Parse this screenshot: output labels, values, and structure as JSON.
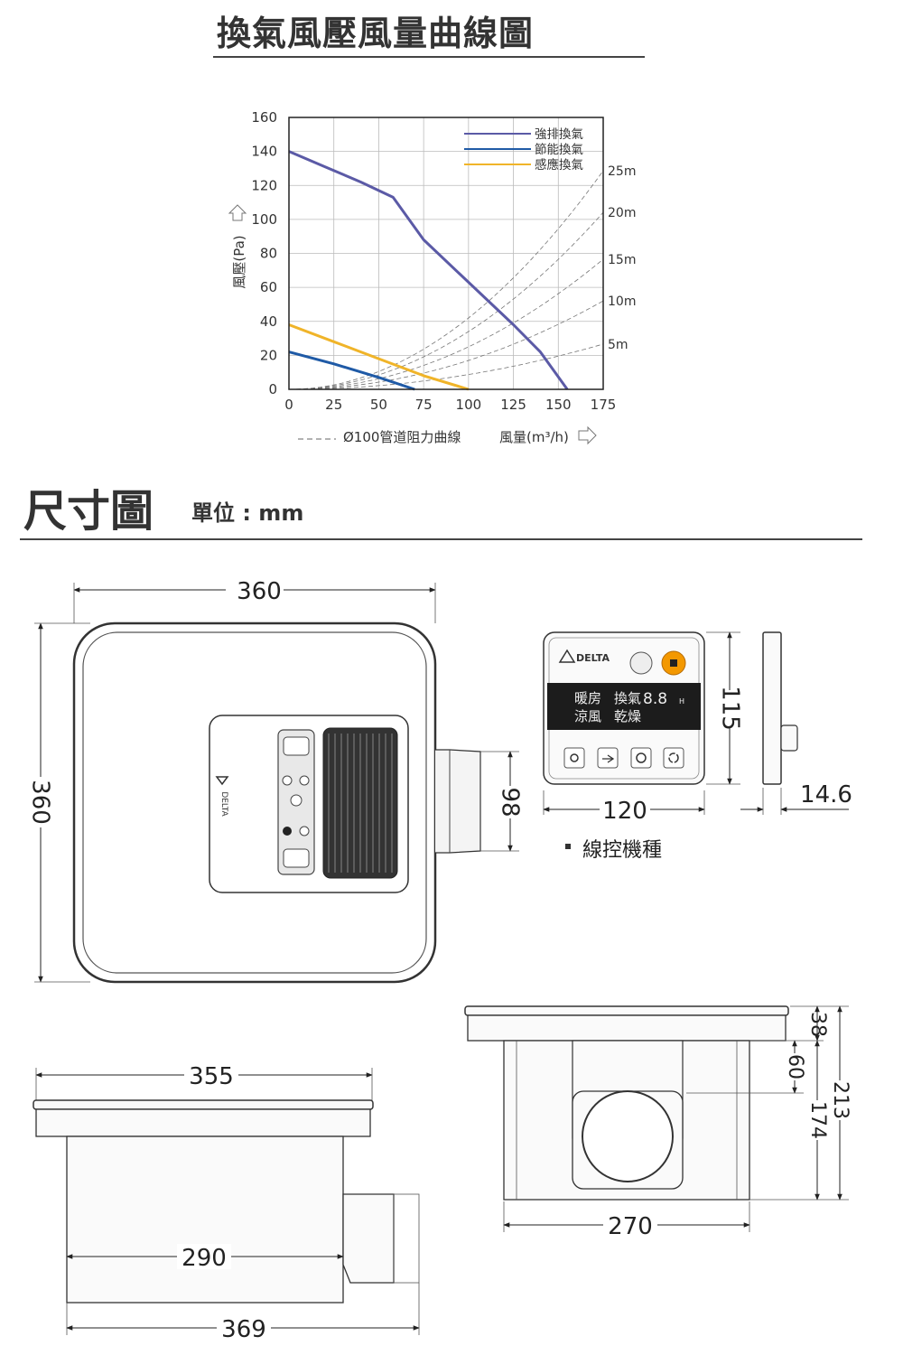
{
  "chart_title": "換氣風壓風量曲線圖",
  "chart_data": {
    "type": "line",
    "title": "換氣風壓風量曲線圖",
    "ylabel": "風壓(Pa)",
    "xlabel": "風量(m³/h)",
    "ylim": [
      0,
      160
    ],
    "xlim": [
      0,
      175
    ],
    "yticks": [
      "0",
      "20",
      "40",
      "60",
      "80",
      "100",
      "120",
      "140",
      "160"
    ],
    "xticks": [
      "0",
      "25",
      "50",
      "75",
      "100",
      "125",
      "150",
      "175"
    ],
    "grid": true,
    "legend_position": "top-right",
    "series": [
      {
        "name": "強排換氣",
        "color": "#5b5aa6",
        "points": [
          [
            0,
            140
          ],
          [
            20,
            131
          ],
          [
            40,
            122
          ],
          [
            58,
            113
          ],
          [
            75,
            88
          ],
          [
            100,
            63
          ],
          [
            125,
            38
          ],
          [
            140,
            22
          ],
          [
            155,
            0
          ]
        ]
      },
      {
        "name": "節能換氣",
        "color": "#1f5aa6",
        "points": [
          [
            0,
            22
          ],
          [
            25,
            15
          ],
          [
            50,
            7
          ],
          [
            70,
            0
          ]
        ]
      },
      {
        "name": "感應換氣",
        "color": "#f0b429",
        "points": [
          [
            0,
            38
          ],
          [
            25,
            28
          ],
          [
            50,
            18
          ],
          [
            75,
            8
          ],
          [
            100,
            0
          ]
        ]
      }
    ],
    "resistance_curves": {
      "label": "Ø100管道阻力曲線",
      "line_style": "dashed",
      "curves": [
        {
          "name": "25m",
          "k": 0.0042
        },
        {
          "name": "20m",
          "k": 0.0034
        },
        {
          "name": "15m",
          "k": 0.0025
        },
        {
          "name": "10m",
          "k": 0.0017
        },
        {
          "name": "5m",
          "k": 0.00087
        }
      ]
    }
  },
  "dimensions": {
    "title": "尺寸圖",
    "unit": "單位 : mm",
    "top_view": {
      "width": "360",
      "height": "360",
      "brand": "DELTA",
      "duct_diameter": "98"
    },
    "controller": {
      "brand": "DELTA",
      "width": "120",
      "height": "115",
      "depth": "14.6",
      "caption": "線控機種",
      "display_row1": "暖房",
      "display_row1_mode": "換氣",
      "display_row2": "涼風",
      "display_row2_mode": "乾燥",
      "digits": "8.8",
      "hour_unit": "H"
    },
    "side_view": {
      "top_width": "355",
      "body_width": "290",
      "total_width": "369"
    },
    "front_view": {
      "width": "270",
      "flange_height": "38",
      "duct_height": "60",
      "body_height": "174",
      "total_height": "213"
    }
  },
  "colors": {
    "strong": "#5b5aa6",
    "eco": "#1f5aa6",
    "sensor": "#f0b429",
    "orange_button": "#f39800"
  }
}
